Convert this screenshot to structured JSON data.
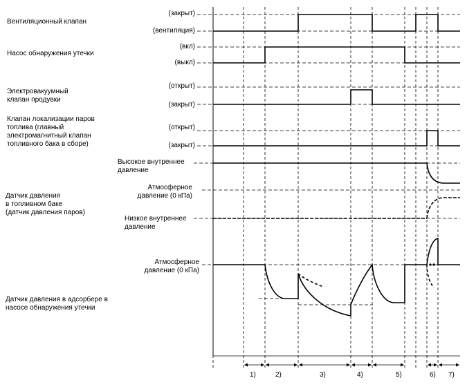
{
  "signals": {
    "vent_valve": {
      "name": [
        "Вентиляционный клапан"
      ],
      "state_high": "(закрыт)",
      "state_low": "(вентиляция)"
    },
    "leak_pump": {
      "name": [
        "Насос обнаружения утечки"
      ],
      "state_high": "(вкл)",
      "state_low": "(выкл)"
    },
    "purge_valve": {
      "name": [
        "Электровакуумный",
        "клапан продувки"
      ],
      "state_high": "(открыт)",
      "state_low": "(закрыт)"
    },
    "vapor_valve": {
      "name": [
        "Клапан локализации паров",
        "топлива (главный",
        "электромагнитный клапан",
        "топливного бака в сборе)"
      ],
      "state_high": "(открыт)",
      "state_low": "(закрыт)"
    },
    "tank_sensor": {
      "name": [
        "Датчик давления",
        "в топливном баке",
        "(датчик давления паров)"
      ],
      "level_high": [
        "Высокое внутреннее",
        "давление"
      ],
      "level_atm": [
        "Атмосферное",
        "давление (0 кПа)"
      ],
      "level_low": [
        "Низкое внутреннее",
        "давление"
      ]
    },
    "canister_sensor": {
      "name": [
        "Датчик давления в адсорбере в",
        "насосе обнаружения утечки"
      ],
      "level_atm": [
        "Атмосферное",
        "давление (0 кПа)"
      ]
    }
  },
  "phases": [
    "1)",
    "2)",
    "3)",
    "4)",
    "5)",
    "6)",
    "7)"
  ]
}
